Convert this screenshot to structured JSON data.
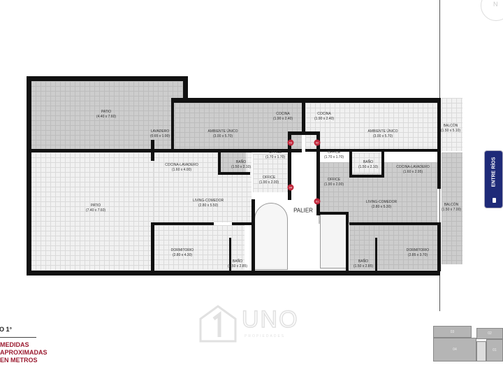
{
  "compass": "N",
  "rooms": {
    "patio_top": {
      "name": "PATIO",
      "dims": "(4.40 x 7.60)"
    },
    "lavadero": {
      "name": "LAVADERO",
      "dims": "(0.65 x 1.00)"
    },
    "ambiente_left": {
      "name": "AMBIENTE ÚNICO",
      "dims": "(3.00 x 5.70)"
    },
    "cocina_left": {
      "name": "COCINA",
      "dims": "(1.90 x 2.40)"
    },
    "cocina_right": {
      "name": "COCINA",
      "dims": "(1.90 x 2.40)"
    },
    "ambiente_right": {
      "name": "AMBIENTE ÚNICO",
      "dims": "(3.00 x 5.70)"
    },
    "balcon_top": {
      "name": "BALCÓN",
      "dims": "(1.50 x 5.10)"
    },
    "office_left_top": {
      "name": "OFFICE",
      "dims": "(1.70 x 1.70)"
    },
    "office_right_top": {
      "name": "OFFICE",
      "dims": "(1.70 x 1.70)"
    },
    "bano_left_top": {
      "name": "BAÑO",
      "dims": "(1.50 x 2.10)"
    },
    "bano_right_top": {
      "name": "BAÑO",
      "dims": "(1.50 x 2.10)"
    },
    "cocina_lav_left": {
      "name": "COCINA-LAVADERO",
      "dims": "(1.60 x 4.00)"
    },
    "cocina_lav_right": {
      "name": "COCINA-LAVADERO",
      "dims": "(1.60 x 2.95)"
    },
    "office_left_mid": {
      "name": "OFFICE",
      "dims": "(1.90 x 2.00)"
    },
    "office_right_mid": {
      "name": "OFFICE",
      "dims": "(1.90 x 2.00)"
    },
    "living_left": {
      "name": "LIVING-COMEDOR",
      "dims": "(2.80 x 5.50)"
    },
    "living_right": {
      "name": "LIVING-COMEDOR",
      "dims": "(2.80 x 5.30)"
    },
    "balcon_right": {
      "name": "BALCÓN",
      "dims": "(1.50 x 7.00)"
    },
    "patio_bottom": {
      "name": "PATIO",
      "dims": "(7.40 x 7.60)"
    },
    "palier": {
      "name": "PALIER"
    },
    "dorm_left": {
      "name": "DORMITORIO",
      "dims": "(2.80 x 4.30)"
    },
    "bano_left_bot": {
      "name": "BAÑO",
      "dims": "(1.50 x 2.85)"
    },
    "bano_right_bot": {
      "name": "BAÑO",
      "dims": "(1.50 x 2.85)"
    },
    "dorm_right": {
      "name": "DORMITORIO",
      "dims": "(2.85 x 3.70)"
    }
  },
  "unit_markers": {
    "m03": "03",
    "m02": "02",
    "m04": "04",
    "m01": "01"
  },
  "street_badge": {
    "label": "ENTRE RÍOS",
    "color": "#1e2a78"
  },
  "floor_label": "O 1°",
  "note": [
    "MEDIDAS",
    "APROXIMADAS",
    "EN METROS"
  ],
  "note_color": "#9b1b30",
  "logo": {
    "name": "UNO",
    "tagline": "PROPIEDADES"
  },
  "key_plan": {
    "u03": "03",
    "u02": "02",
    "u04": "04",
    "u01": "01"
  }
}
